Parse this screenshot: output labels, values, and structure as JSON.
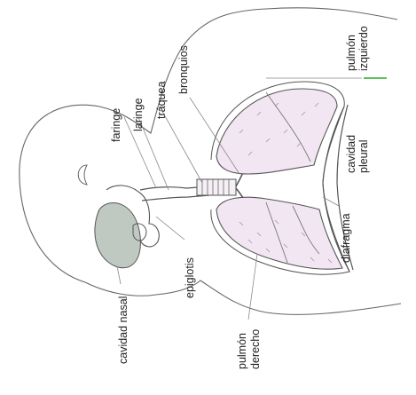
{
  "labels": {
    "faringe": "faringe",
    "laringe": "laringe",
    "traquea": "tráquea",
    "bronquios": "bronquios",
    "pulmon_izquierdo_1": "pulmón",
    "pulmon_izquierdo_2": "izquierdo",
    "cavidad_pleural_1": "cavidad",
    "cavidad_pleural_2": "pleural",
    "diafragma": "diafragma",
    "epiglotis": "epiglotis",
    "cavidad_nasal": "cavidad nasal",
    "pulmon_derecho_1": "pulmón",
    "pulmon_derecho_2": "derecho"
  },
  "colors": {
    "lung_fill": "#f3e6f3",
    "nasal_fill": "#bfc9c2",
    "outline": "#555555",
    "leader": "#888888",
    "accent_green": "#5bbf5b"
  }
}
